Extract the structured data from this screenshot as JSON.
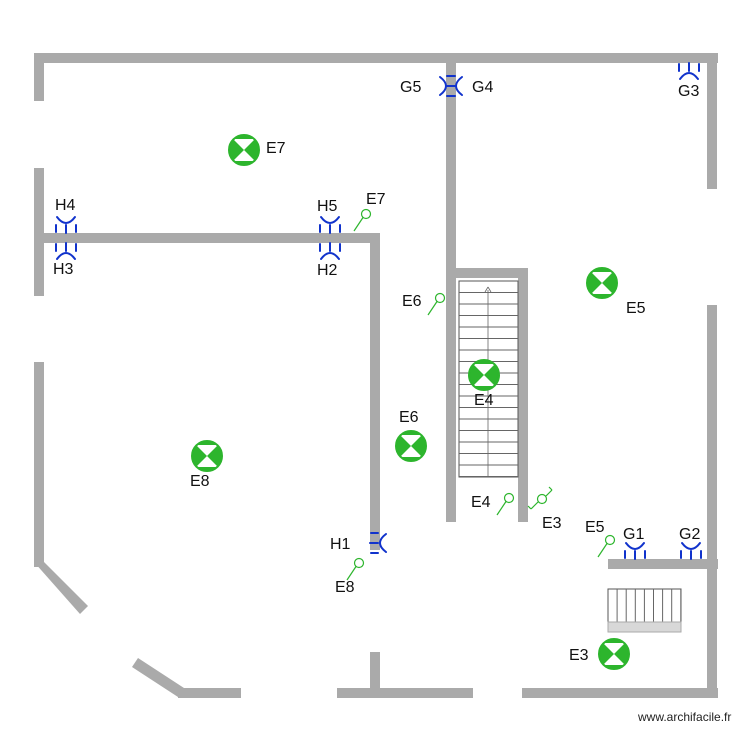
{
  "colors": {
    "wall": "#aaaaaa",
    "light_fixture": "#2db52d",
    "switch": "#2db52d",
    "socket": "#1133cc",
    "label": "#111111"
  },
  "watermark": "www.archifacile.fr",
  "legend": {
    "light_icon": "light-fixture-icon",
    "switch_icon": "switch-icon",
    "socket_icon": "socket-icon",
    "stairs_icon": "stairs-icon"
  },
  "lights": [
    {
      "id": "light-e7",
      "label": "E7"
    },
    {
      "id": "light-e5",
      "label": "E5"
    },
    {
      "id": "light-e4",
      "label": "E4"
    },
    {
      "id": "light-e6",
      "label": "E6"
    },
    {
      "id": "light-e8",
      "label": "E8"
    },
    {
      "id": "light-e3",
      "label": "E3"
    }
  ],
  "switches": [
    {
      "id": "switch-e7",
      "label": "E7"
    },
    {
      "id": "switch-e6",
      "label": "E6"
    },
    {
      "id": "switch-e4",
      "label": "E4"
    },
    {
      "id": "switch-e3",
      "label": "E3"
    },
    {
      "id": "switch-e5",
      "label": "E5"
    },
    {
      "id": "switch-e8",
      "label": "E8"
    }
  ],
  "sockets": [
    {
      "id": "socket-g5",
      "label": "G5"
    },
    {
      "id": "socket-g4",
      "label": "G4"
    },
    {
      "id": "socket-g3",
      "label": "G3"
    },
    {
      "id": "socket-h4",
      "label": "H4"
    },
    {
      "id": "socket-h3",
      "label": "H3"
    },
    {
      "id": "socket-h5",
      "label": "H5"
    },
    {
      "id": "socket-h2",
      "label": "H2"
    },
    {
      "id": "socket-h1",
      "label": "H1"
    },
    {
      "id": "socket-g1",
      "label": "G1"
    },
    {
      "id": "socket-g2",
      "label": "G2"
    }
  ]
}
